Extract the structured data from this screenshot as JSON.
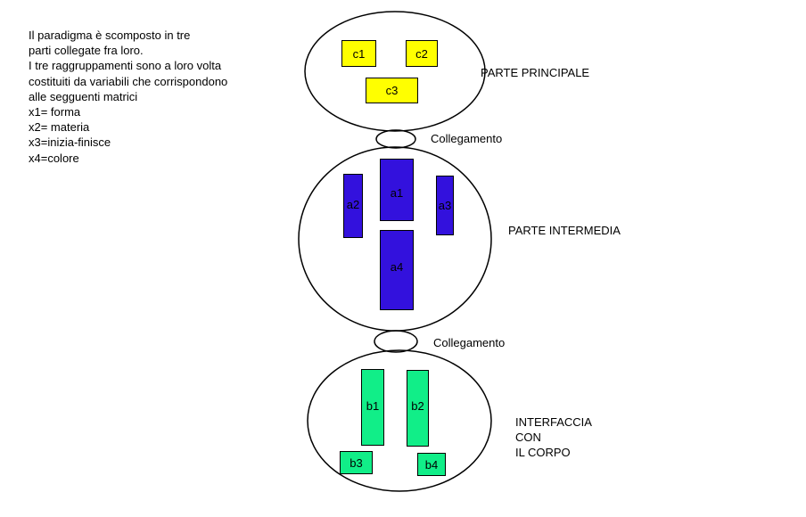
{
  "description": {
    "lines": [
      "Il paradigma è scomposto in tre",
      "parti collegate fra loro.",
      "I tre raggruppamenti sono a loro volta",
      "costituiti da variabili che corrispondono",
      "alle segguenti matrici",
      "x1= forma",
      "x2= materia",
      "x3=inizia-finisce",
      "x4=colore"
    ]
  },
  "sections": {
    "principale": {
      "label": "PARTE PRINCIPALE",
      "color": "#ffff00",
      "blocks": [
        "c1",
        "c2",
        "c3"
      ]
    },
    "intermedia": {
      "label": "PARTE INTERMEDIA",
      "color": "#3311dd",
      "blocks": [
        "a1",
        "a2",
        "a3",
        "a4"
      ]
    },
    "interfaccia": {
      "label": "INTERFACCIA\nCON\nIL CORPO",
      "color": "#11ee88",
      "blocks": [
        "b1",
        "b2",
        "b3",
        "b4"
      ]
    }
  },
  "links": {
    "top": "Collegamento",
    "bottom": "Collegamento"
  }
}
